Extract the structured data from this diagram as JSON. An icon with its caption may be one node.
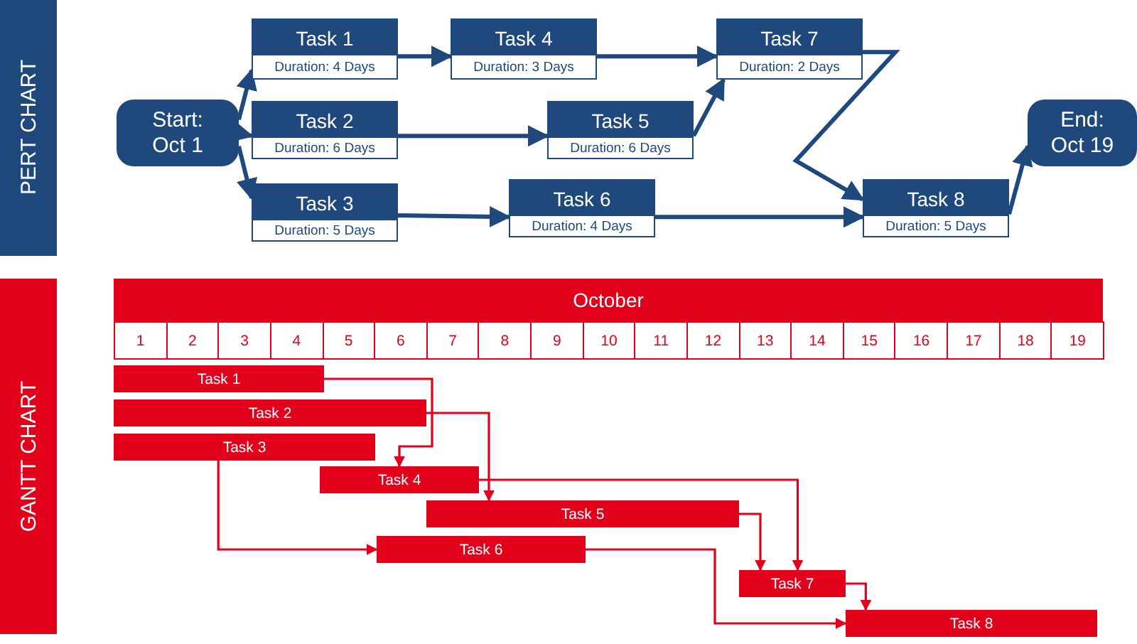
{
  "diagram": {
    "nodes": [
      {
        "text": [
          "PERT CHART"
        ]
      },
      {
        "text": [
          "Start: Oct 1"
        ]
      },
      {
        "text": [
          "Task 1",
          "Duration: 4 Days"
        ]
      },
      {
        "text": [
          "Task 4",
          "Duration: 3 Days"
        ]
      },
      {
        "text": [
          "Task 7",
          "Duration: 2 Days"
        ]
      },
      {
        "text": [
          "Task 2",
          "Duration: 6 Days"
        ]
      },
      {
        "text": [
          "Task 5",
          "Duration: 6 Days"
        ]
      },
      {
        "text": [
          "End: Oct 19"
        ]
      },
      {
        "text": [
          "Task 3",
          "Duration: 5 Days"
        ]
      },
      {
        "text": [
          "Task 6",
          "Duration: 4 Days"
        ]
      },
      {
        "text": [
          "Task 8",
          "Duration: 5 Days"
        ]
      },
      {
        "text": [
          "GANTT CHART"
        ]
      },
      {
        "text": [
          "October"
        ]
      },
      {
        "text": [
          "Task 1"
        ]
      },
      {
        "text": [
          "Task 2"
        ]
      },
      {
        "text": [
          "Task 3"
        ]
      },
      {
        "text": [
          "Task 4"
        ]
      },
      {
        "text": [
          "Task 5"
        ]
      },
      {
        "text": [
          "Task 6"
        ]
      },
      {
        "text": [
          "Task 7"
        ]
      },
      {
        "text": [
          "Task 8"
        ]
      }
    ],
    "edges": [
      {
        "from": 1,
        "to": 2,
        "arrow": "to"
      },
      {
        "from": 1,
        "to": 5,
        "arrow": "to"
      },
      {
        "from": 1,
        "to": 8,
        "arrow": "to"
      },
      {
        "from": 2,
        "to": 3,
        "arrow": "to"
      },
      {
        "from": 3,
        "to": 4,
        "arrow": "to"
      },
      {
        "from": 5,
        "to": 6,
        "arrow": "to"
      },
      {
        "from": 6,
        "to": 4,
        "arrow": "to"
      },
      {
        "from": 8,
        "to": 9,
        "arrow": "to"
      },
      {
        "from": 4,
        "to": 10,
        "arrow": "to"
      },
      {
        "from": 9,
        "to": 10,
        "arrow": "to"
      },
      {
        "from": 10,
        "to": 7,
        "arrow": "to"
      },
      {
        "from": 13,
        "to": 16,
        "arrow": "to",
        "color": "#e2001a"
      },
      {
        "from": 14,
        "to": 17,
        "arrow": "to",
        "color": "#e2001a"
      },
      {
        "from": 15,
        "to": 18,
        "arrow": "to",
        "color": "#e2001a"
      },
      {
        "from": 16,
        "to": 19,
        "arrow": "to",
        "color": "#e2001a"
      },
      {
        "from": 17,
        "to": 19,
        "arrow": "to",
        "color": "#e2001a"
      },
      {
        "from": 18,
        "to": 20,
        "arrow": "to",
        "color": "#e2001a"
      },
      {
        "from": 19,
        "to": 20,
        "arrow": "to",
        "color": "#e2001a"
      }
    ],
    "labels": [
      "1",
      "2",
      "3",
      "4",
      "5",
      "6",
      "7",
      "8",
      "9",
      "10",
      "11",
      "12",
      "13",
      "14",
      "15",
      "16",
      "17",
      "18",
      "19"
    ]
  }
}
